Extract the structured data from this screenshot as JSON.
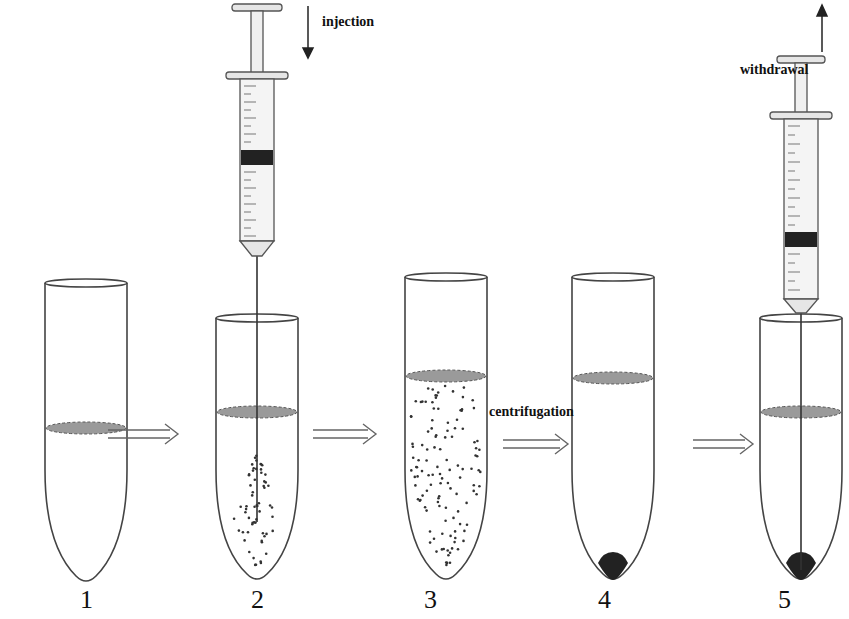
{
  "diagram": {
    "labels": [
      "injection",
      "withdrawal",
      "centrifugation",
      "1",
      "2",
      "3",
      "4",
      "5"
    ]
  }
}
